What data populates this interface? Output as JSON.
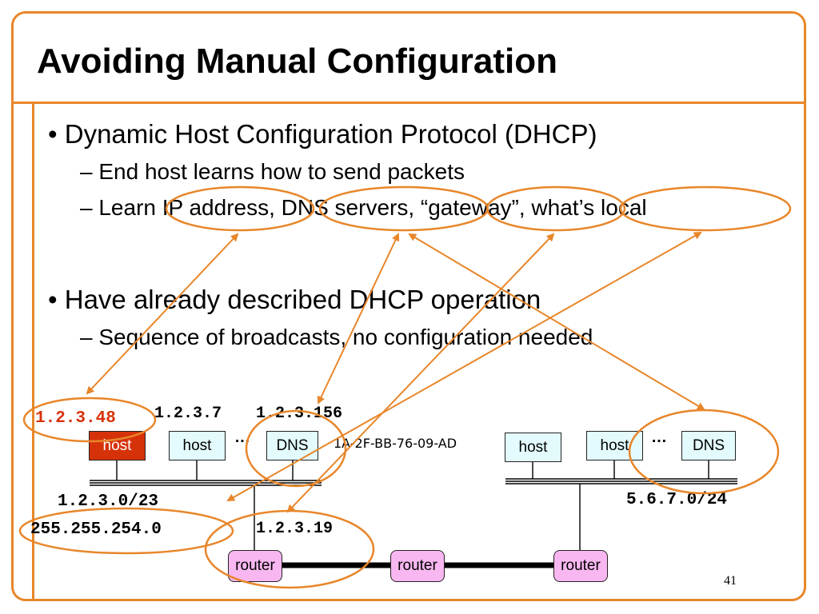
{
  "slide": {
    "title": "Avoiding Manual Configuration",
    "bullets": {
      "b1": "Dynamic Host Configuration Protocol (DHCP)",
      "b1_sub1": "End host learns how to send packets",
      "b1_sub2": "Learn IP address, DNS servers, “gateway”, what’s local",
      "b2": "Have already described DHCP operation",
      "b2_sub1": "Sequence of broadcasts, no configuration needed"
    },
    "bullet_glyph": "•",
    "dash_glyph": "–",
    "page_number": "41"
  },
  "diagram": {
    "left_net": {
      "host_ip": "1.2.3.48",
      "host2_ip": "1.2.3.7",
      "dns_ip": "1.2.3.156",
      "host_label": "host",
      "host2_label": "host",
      "ellipsis": "…",
      "dns_label": "DNS",
      "mac": "1A-2F-BB-76-09-AD",
      "prefix": "1.2.3.0/23",
      "mask": "255.255.254.0",
      "router_ip": "1.2.3.19"
    },
    "right_net": {
      "host1_label": "host",
      "host2_label": "host",
      "ellipsis": "…",
      "dns_label": "DNS",
      "prefix": "5.6.7.0/24"
    },
    "routers": [
      "router",
      "router",
      "router"
    ],
    "colors": {
      "accent": "#E8862A",
      "host_highlight": "#D6320A",
      "router": "#F8B7F0",
      "box": "#E3FBFD"
    }
  }
}
